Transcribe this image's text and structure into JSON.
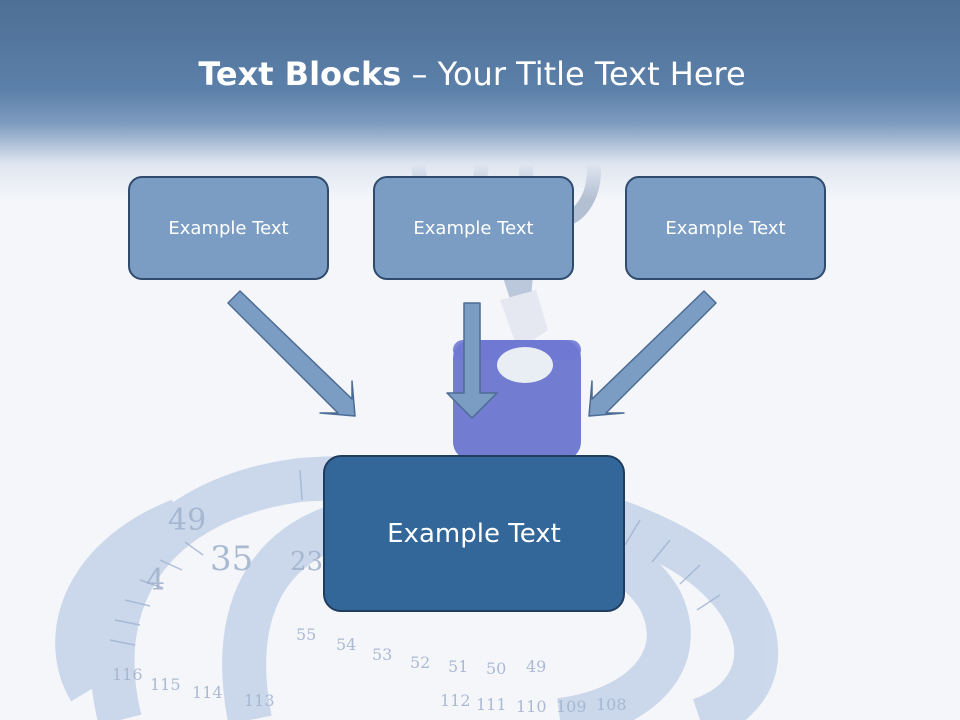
{
  "slide": {
    "title_bold": "Text Blocks",
    "title_dash": " – ",
    "title_rest": "Your Title Text Here"
  },
  "boxes": {
    "top_left": "Example Text",
    "top_center": "Example Text",
    "top_right": "Example Text",
    "center": "Example Text"
  },
  "tape_numbers": [
    "49",
    "35",
    "4",
    "23",
    "55",
    "54",
    "53",
    "52",
    "51",
    "50",
    "49",
    "116",
    "115",
    "114",
    "113",
    "112",
    "111",
    "110",
    "109",
    "108"
  ],
  "colors": {
    "small_box_fill": "#7b9dc4",
    "large_box_fill": "#336699",
    "arrow_fill": "#7b9dc4",
    "header": "#4e6f96"
  }
}
